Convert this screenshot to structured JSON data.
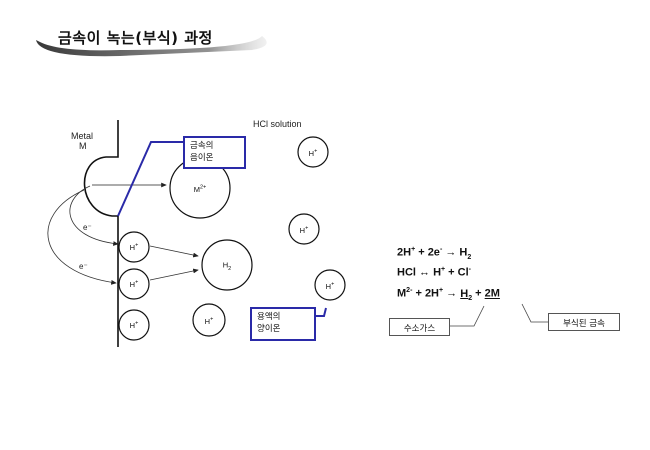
{
  "title": "금속이 녹는(부식) 과정",
  "labels": {
    "metal": "Metal",
    "metal_symbol": "M",
    "solution": "HCl solution",
    "electron_top": "e⁻",
    "electron_bottom": "e⁻"
  },
  "ions": {
    "metal_ion": "M",
    "metal_ion_charge": "2+",
    "h": "H",
    "h_charge": "+",
    "h2": "H",
    "h2_sub": "2"
  },
  "callouts": {
    "metal_cation_line1": "금속의",
    "metal_cation_line2": "음이온",
    "solution_cation_line1": "용액의",
    "solution_cation_line2": "양이온",
    "hydrogen_gas": "수소가스",
    "corroded_metal": "부식된 금속"
  },
  "equations": {
    "eq1": {
      "a": "2H",
      "a_sup": "+",
      "b": " + 2e",
      "b_sup": "-",
      "arrow": " → ",
      "c": "H",
      "c_sub": "2"
    },
    "eq2": {
      "a": "HCl",
      "arrow": " ↔ ",
      "b": "H",
      "b_sup": "+",
      "c": " + Cl",
      "c_sup": "-"
    },
    "eq3": {
      "a": "M",
      "a_sup": "2-",
      "b": " + 2H",
      "b_sup": "+",
      "arrow": " → ",
      "c": "H",
      "c_sub": "2",
      "d": " + ",
      "e": "2M"
    }
  },
  "colors": {
    "callout_border": "#2a2aa8",
    "title_band": "#222222",
    "line": "#111111"
  }
}
